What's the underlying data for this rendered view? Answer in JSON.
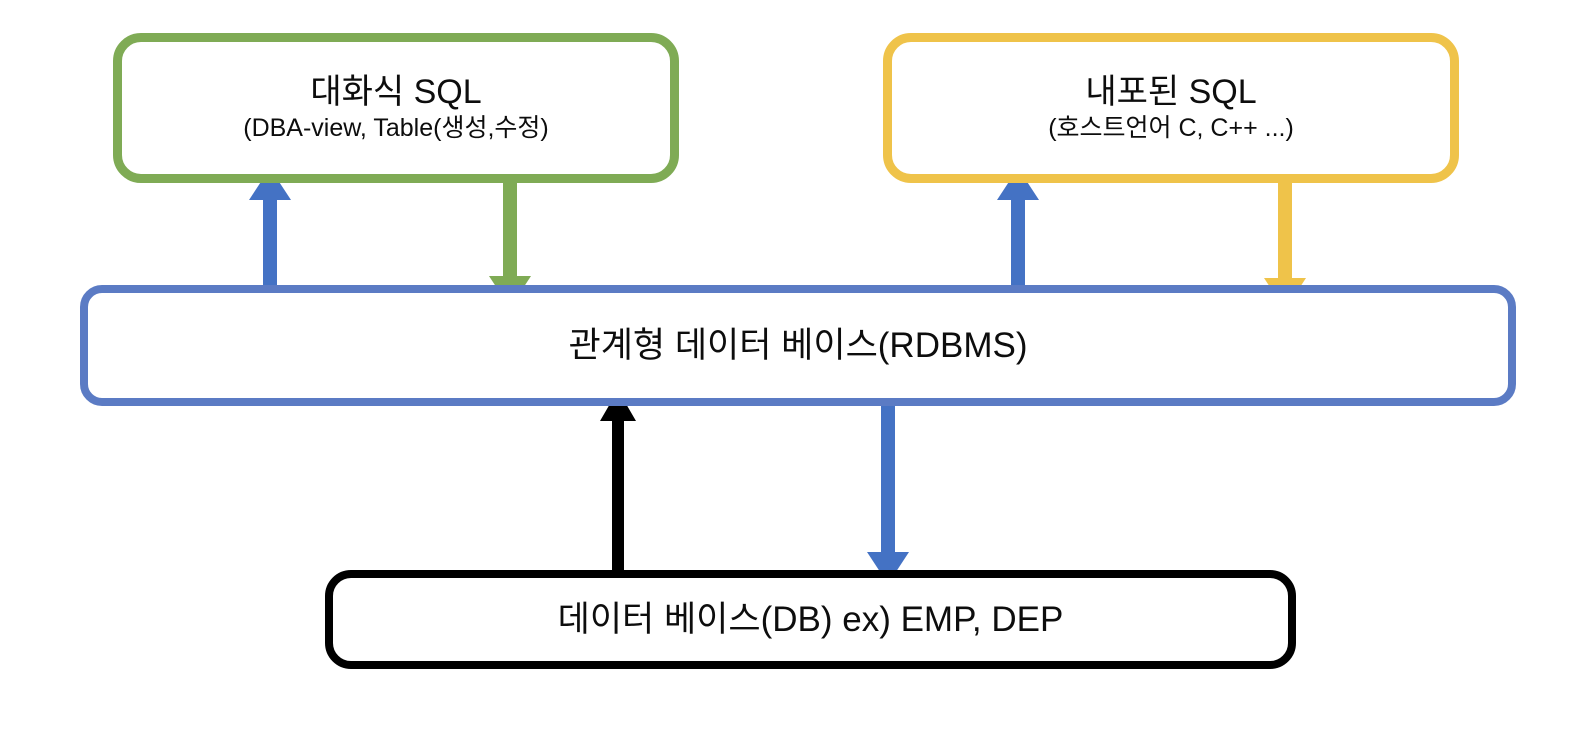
{
  "diagram": {
    "title": "RDBMS layered access diagram",
    "background": "#ffffff",
    "palette": {
      "green": "#7FAB55",
      "yellow": "#EFC34A",
      "blue": "#5B7BC4",
      "arrow_blue": "#4472C4",
      "black": "#000000",
      "text": "#0D0D0D"
    }
  },
  "nodes": {
    "interactive_sql": {
      "title": "대화식 SQL",
      "subtitle": "(DBA-view, Table(생성,수정)",
      "color": "#7FAB55"
    },
    "embedded_sql": {
      "title": "내포된 SQL",
      "subtitle": "(호스트언어 C, C++ ...)",
      "color": "#EFC34A"
    },
    "rdbms": {
      "title": "관계형 데이터 베이스(RDBMS)",
      "color": "#5B7BC4"
    },
    "database": {
      "title": "데이터 베이스(DB) ex) EMP, DEP",
      "color": "#000000"
    }
  },
  "connectors": [
    {
      "id": "rdbms-to-interactive-sql",
      "from": "rdbms",
      "to": "interactive_sql",
      "direction": "up",
      "color": "#4472C4"
    },
    {
      "id": "interactive-sql-to-rdbms",
      "from": "interactive_sql",
      "to": "rdbms",
      "direction": "down",
      "color": "#7FAB55"
    },
    {
      "id": "rdbms-to-embedded-sql",
      "from": "rdbms",
      "to": "embedded_sql",
      "direction": "up",
      "color": "#4472C4"
    },
    {
      "id": "embedded-sql-to-rdbms",
      "from": "embedded_sql",
      "to": "rdbms",
      "direction": "down",
      "color": "#EFC34A"
    },
    {
      "id": "database-to-rdbms",
      "from": "database",
      "to": "rdbms",
      "direction": "up",
      "color": "#000000"
    },
    {
      "id": "rdbms-to-database",
      "from": "rdbms",
      "to": "database",
      "direction": "down",
      "color": "#4472C4"
    }
  ]
}
